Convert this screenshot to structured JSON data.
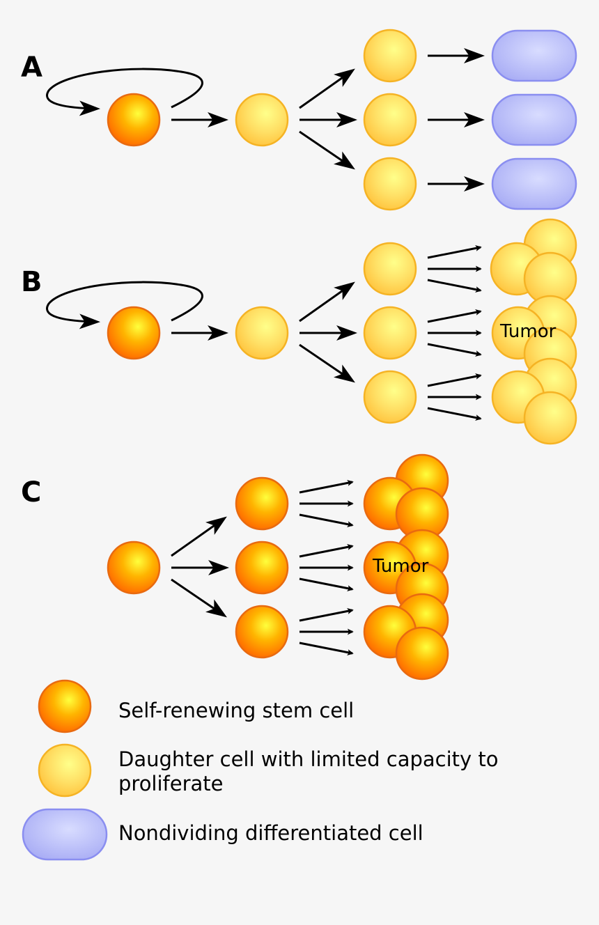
{
  "panels": {
    "a": {
      "label": "A"
    },
    "b": {
      "label": "B",
      "tumor_label": "Tumor"
    },
    "c": {
      "label": "C",
      "tumor_label": "Tumor"
    }
  },
  "legend": {
    "stem_cell": "Self-renewing stem cell",
    "daughter_line1": "Daughter cell with limited capacity to",
    "daughter_line2": "proliferate",
    "differentiated": "Nondividing differentiated cell"
  },
  "colors": {
    "background": "#f6f6f6",
    "stem_fill": "#ff8a00",
    "stem_stroke": "#e86a10",
    "daughter_fill": "#ffd24a",
    "daughter_stroke": "#f5b324",
    "differentiated_fill": "#b4b8f8",
    "differentiated_stroke": "#8a8ef0",
    "arrow": "#000000"
  }
}
